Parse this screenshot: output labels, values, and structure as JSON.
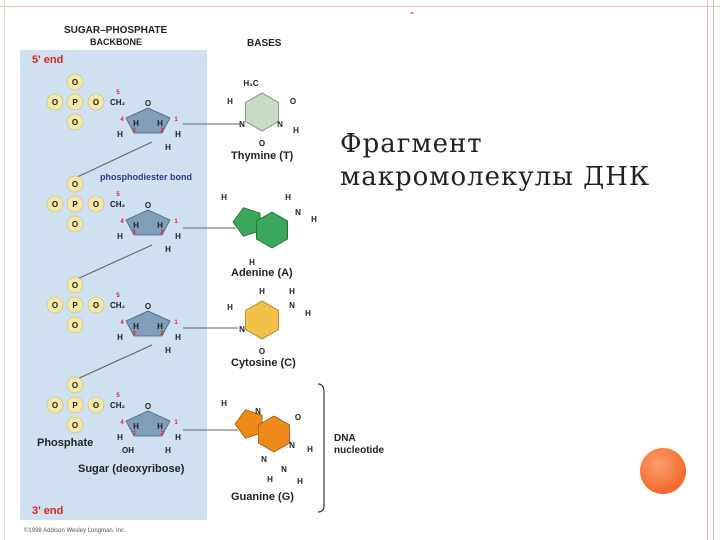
{
  "title": "Фрагмент макромолекулы ДНК",
  "top_mark": "-",
  "diagram": {
    "header_backbone_1": "SUGAR–PHOSPHATE",
    "header_backbone_2": "BACKBONE",
    "header_bases": "BASES",
    "end5": "5' end",
    "end3": "3' end",
    "bond_label": "phosphodiester bond",
    "phosphate_label": "Phosphate",
    "sugar_label": "Sugar (deoxyribose)",
    "nucleotide_label_1": "DNA",
    "nucleotide_label_2": "nucleotide",
    "copyright": "©1998 Addison Wesley Longman, Inc.",
    "bases": {
      "thymine": "Thymine (T)",
      "adenine": "Adenine (A)",
      "cytosine": "Cytosine (C)",
      "guanine": "Guanine (G)"
    },
    "atoms": {
      "O": "O",
      "P": "P",
      "H": "H",
      "N": "N",
      "C": "C",
      "CH2": "CH₂",
      "H3C": "H₃C",
      "OH": "OH",
      "n5": "5",
      "n4": "4",
      "n3": "3",
      "n2": "2",
      "n1": "1"
    },
    "colors": {
      "panel": "#cfe1f1",
      "sugar": "#7f9eb9",
      "phosphate": "#f4e8a8",
      "thymine": "#c8dcc4",
      "adenine": "#3aa85a",
      "cytosine": "#f3c04a",
      "guanine": "#ee8a1a",
      "red_text": "#e0201e",
      "accent": "#f26a2e"
    }
  }
}
